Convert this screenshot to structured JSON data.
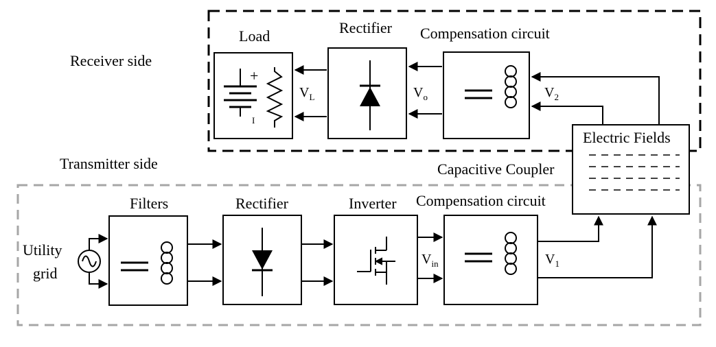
{
  "receiver": {
    "side_label": "Receiver side",
    "load_label": "Load",
    "rectifier_label": "Rectifier",
    "compensation_label": "Compensation circuit",
    "vl": {
      "main": "V",
      "sub": "L"
    },
    "vo": {
      "main": "V",
      "sub": "o"
    },
    "v2": {
      "main": "V",
      "sub": "2"
    },
    "load_plus": "+",
    "load_minus": "I"
  },
  "coupler": {
    "label": "Capacitive Coupler",
    "fields_label": "Electric Fields"
  },
  "transmitter": {
    "side_label": "Transmitter side",
    "grid_label_line1": "Utility",
    "grid_label_line2": "grid",
    "filters_label": "Filters",
    "rectifier_label": "Rectifier",
    "inverter_label": "Inverter",
    "compensation_label": "Compensation circuit",
    "vin": {
      "main": "V",
      "sub": "in"
    },
    "v1": {
      "main": "V",
      "sub": "1"
    }
  },
  "colors": {
    "receiver_border": "#000000",
    "transmitter_border": "#a6a6a6",
    "lines": "#000000"
  }
}
